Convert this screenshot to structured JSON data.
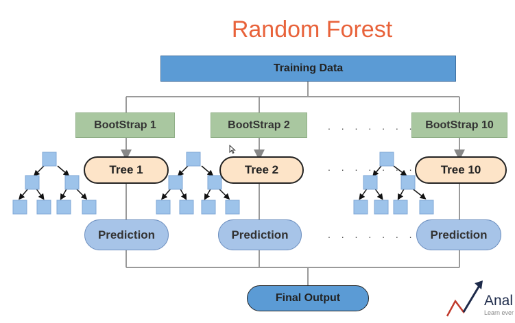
{
  "title": "Random Forest",
  "training_data": "Training Data",
  "bootstraps": [
    "BootStrap 1",
    "BootStrap 2",
    "BootStrap 10"
  ],
  "trees": [
    "Tree 1",
    "Tree 2",
    "Tree 10"
  ],
  "predictions": [
    "Prediction",
    "Prediction",
    "Prediction"
  ],
  "final_output": "Final Output",
  "ellipsis": ". . . . . . .",
  "logo": {
    "name": "Anal",
    "tagline": "Learn ever"
  },
  "colors": {
    "title": "#e8623a",
    "training": "#5b9bd5",
    "bootstrap": "#a9c7a0",
    "tree": "#fde4c8",
    "prediction": "#a7c4e8",
    "node": "#9dc3ea",
    "logo_dark": "#1d2a4a",
    "logo_red": "#c0392b"
  }
}
